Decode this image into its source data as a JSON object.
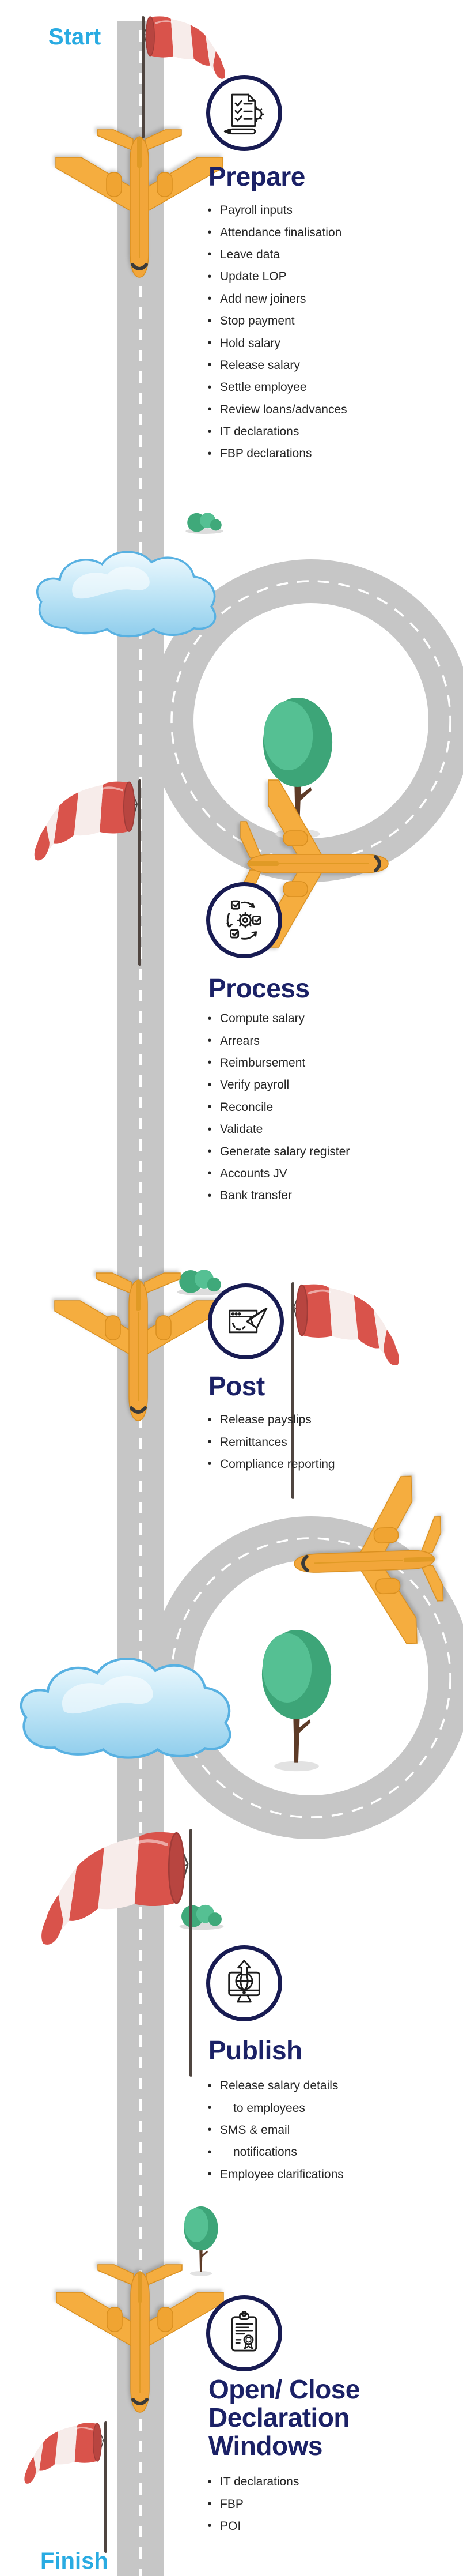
{
  "start_label": "Start",
  "finish_label": "Finish",
  "stages": [
    {
      "id": "prepare",
      "title": "Prepare",
      "icon": "prepare-checklist-gear-icon",
      "items": [
        {
          "text": "Payroll inputs",
          "indent": false
        },
        {
          "text": "Attendance finalisation",
          "indent": false
        },
        {
          "text": "Leave data",
          "indent": false
        },
        {
          "text": "Update LOP",
          "indent": false
        },
        {
          "text": "Add new joiners",
          "indent": false
        },
        {
          "text": "Stop payment",
          "indent": false
        },
        {
          "text": "Hold salary",
          "indent": false
        },
        {
          "text": "Release salary",
          "indent": false
        },
        {
          "text": "Settle employee",
          "indent": false
        },
        {
          "text": "Review loans/advances",
          "indent": false
        },
        {
          "text": "IT declarations",
          "indent": false
        },
        {
          "text": "FBP declarations",
          "indent": false
        }
      ]
    },
    {
      "id": "process",
      "title": "Process",
      "icon": "process-cycle-gear-icon",
      "items": [
        {
          "text": "Compute salary",
          "indent": false
        },
        {
          "text": "Arrears",
          "indent": false
        },
        {
          "text": "Reimbursement",
          "indent": false
        },
        {
          "text": "Verify payroll",
          "indent": false
        },
        {
          "text": "Reconcile",
          "indent": false
        },
        {
          "text": "Validate",
          "indent": false
        },
        {
          "text": "Generate salary register",
          "indent": false
        },
        {
          "text": "Accounts JV",
          "indent": false
        },
        {
          "text": "Bank transfer",
          "indent": false
        }
      ]
    },
    {
      "id": "post",
      "title": "Post",
      "icon": "post-send-payslip-icon",
      "items": [
        {
          "text": "Release payslips",
          "indent": false
        },
        {
          "text": "Remittances",
          "indent": false
        },
        {
          "text": "Compliance reporting",
          "indent": false
        }
      ]
    },
    {
      "id": "publish",
      "title": "Publish",
      "icon": "publish-monitor-globe-upload-icon",
      "items": [
        {
          "text": "Release salary details",
          "indent": false
        },
        {
          "text": "to employees",
          "indent": true
        },
        {
          "text": "SMS & email",
          "indent": false
        },
        {
          "text": "notifications",
          "indent": true
        },
        {
          "text": "Employee clarifications",
          "indent": false
        }
      ]
    },
    {
      "id": "declaration-windows",
      "title": "Open/ Close Declaration Windows",
      "icon": "declaration-clipboard-certificate-icon",
      "items": [
        {
          "text": "IT declarations",
          "indent": false
        },
        {
          "text": "FBP",
          "indent": false
        },
        {
          "text": "POI",
          "indent": false
        }
      ]
    }
  ],
  "scene_icons": [
    "airplane-icon",
    "windsock-icon",
    "cloud-icon",
    "tree-icon",
    "bush-icon",
    "road-with-loops"
  ],
  "colors": {
    "accent_blue": "#29abe2",
    "heading_navy": "#1b2166",
    "bullet_text": "#262626",
    "road_gray": "#c6c6c6",
    "plane_orange": "#f2a63a",
    "windsock_red": "#d9534b",
    "tree_green": "#4fba89",
    "cloud_blue": "#9ed4ef",
    "icon_ring_navy": "#181b52"
  }
}
